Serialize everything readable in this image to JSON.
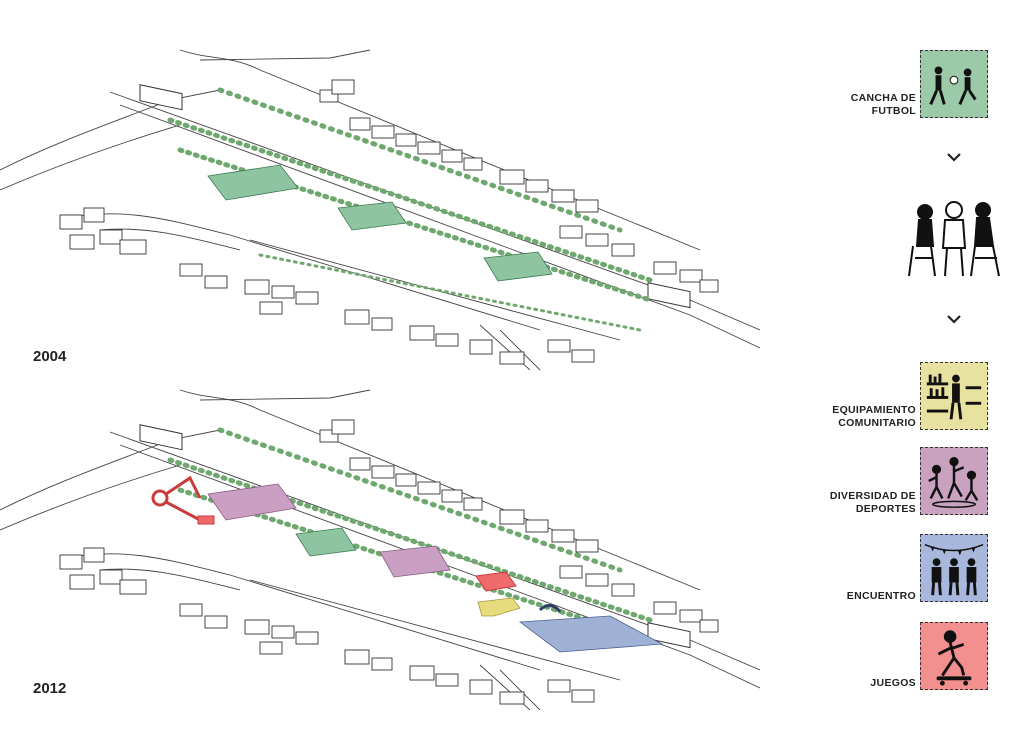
{
  "years": {
    "first": "2004",
    "second": "2012"
  },
  "legend": {
    "items": [
      {
        "id": "cancha",
        "label": "CANCHA DE\nFUTBOL",
        "color": "#9ccaa9",
        "icon": "football-players-icon"
      },
      {
        "id": "encuentro_people",
        "label": "",
        "color": "#ffffff",
        "icon": "people-meeting-icon"
      },
      {
        "id": "equipamiento",
        "label": "EQUIPAMIENTO\nCOMUNITARIO",
        "color": "#e8e2a0",
        "icon": "library-icon"
      },
      {
        "id": "deportes",
        "label": "DIVERSIDAD DE\nDEPORTES",
        "color": "#c9a2bf",
        "icon": "various-sports-icon"
      },
      {
        "id": "encuentro",
        "label": "ENCUENTRO",
        "color": "#a8b8dc",
        "icon": "gathering-icon"
      },
      {
        "id": "juegos",
        "label": "JUEGOS",
        "color": "#f2908f",
        "icon": "skateboard-icon"
      }
    ]
  },
  "colors": {
    "football": "#8fc4a0",
    "sports": "#c9a0c4",
    "community": "#e6dc7e",
    "games": "#ef6a6a",
    "meeting": "#9fb2d6",
    "trees": "#6fa86f",
    "line": "#333333"
  }
}
